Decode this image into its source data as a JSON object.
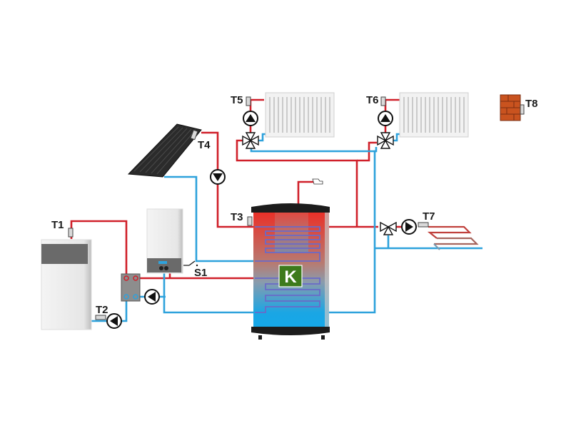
{
  "diagram": {
    "title": "Heating system schematic with buffer tank",
    "colors": {
      "hot_pipe": "#d0202a",
      "cold_pipe": "#2ea2dc",
      "tank_top": "#e8302c",
      "tank_bottom": "#19a8e6",
      "logo_bg": "#3d7a1c",
      "brick": "#c9531f"
    },
    "sensors": [
      {
        "id": "T1",
        "label": "T1",
        "location": "boiler flow"
      },
      {
        "id": "T2",
        "label": "T2",
        "location": "boiler return"
      },
      {
        "id": "T3",
        "label": "T3",
        "location": "buffer tank"
      },
      {
        "id": "T4",
        "label": "T4",
        "location": "solar collector"
      },
      {
        "id": "T5",
        "label": "T5",
        "location": "heating circuit 1"
      },
      {
        "id": "T6",
        "label": "T6",
        "location": "heating circuit 2"
      },
      {
        "id": "T7",
        "label": "T7",
        "location": "floor heating circuit"
      },
      {
        "id": "T8",
        "label": "T8",
        "location": "room / outdoor"
      }
    ],
    "switches": [
      {
        "id": "S1",
        "label": "S1",
        "location": "gas boiler contact"
      }
    ],
    "components": {
      "solid_fuel_boiler": "solid-fuel-boiler-icon",
      "heat_exchanger": "heat-exchanger-icon",
      "gas_boiler": "wall-gas-boiler-icon",
      "solar_collector": "solar-collector-icon",
      "buffer_tank": "buffer-tank-icon",
      "tank_logo": "K",
      "tap": "hot-water-tap-icon",
      "radiator_1": "radiator-icon",
      "radiator_2": "radiator-icon",
      "floor_heating": "floor-heating-icon",
      "wall": "brick-wall-icon"
    }
  }
}
